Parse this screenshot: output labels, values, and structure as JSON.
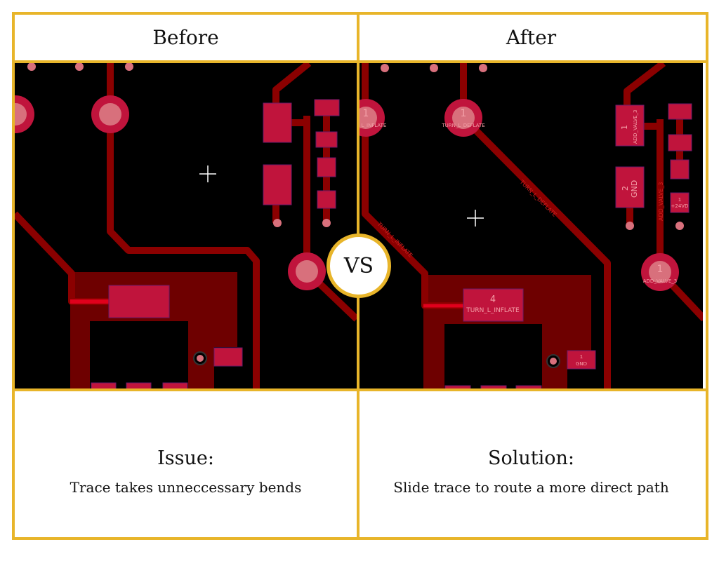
{
  "before": {
    "title": "Before",
    "caption_title": "Issue:",
    "caption_text": "Trace takes unneccessary bends"
  },
  "after": {
    "title": "After",
    "caption_title": "Solution:",
    "caption_text": "Slide trace to route a more direct path",
    "pcb_labels": {
      "via_left_num": "1",
      "via_left_net": "TURN_L_INFLATE",
      "via_mid_num": "1",
      "via_mid_net": "TURN_L_DEFLATE",
      "trace_deflate": "TURN_L_DEFLATE",
      "trace_inflate": "TURN_L_INFLATE",
      "pad4_num": "4",
      "pad4_net": "TURN_L_INFLATE",
      "pad_gnd_num": "1",
      "pad_gnd_net": "GND",
      "pad_valve_num": "1",
      "pad_valve_net": "ADD_VALVE_3",
      "pad_gnd2_num": "2",
      "pad_gnd2_net": "GND",
      "pad_24v_num": "1",
      "pad_24v_net": "+24VD",
      "via_right_num": "1",
      "via_right_net": "ADD_VALVE_3",
      "trace_valve": "ADD_VALVE_3"
    }
  },
  "vs_label": "VS",
  "colors": {
    "accent": "#E8B52A",
    "board": "#000000",
    "trace": "#8B0000",
    "pad": "#C0143C",
    "pour": "#6E0000"
  }
}
